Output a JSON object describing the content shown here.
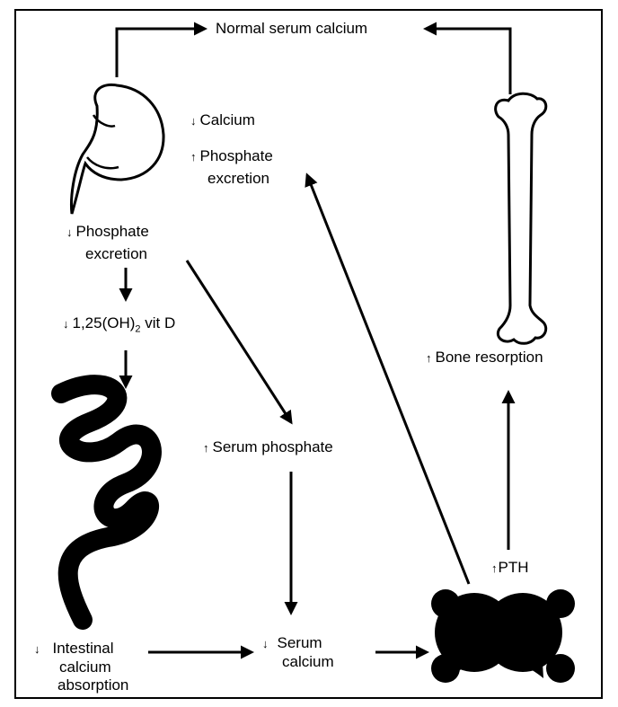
{
  "labels": {
    "normal_serum_calcium": "Normal serum calcium",
    "calcium": "Calcium",
    "phosphate_excretion_increase_1": "Phosphate",
    "phosphate_excretion_increase_2": "excretion",
    "phosphate_excretion_decrease_1": "Phosphate",
    "phosphate_excretion_decrease_2": "excretion",
    "vit_d_prefix": "1,25(OH)",
    "vit_d_sub": "2",
    "vit_d_suffix": " vit D",
    "bone_resorption": "Bone resorption",
    "serum_phosphate": "Serum phosphate",
    "pth": "PTH",
    "intestinal_1": "Intestinal",
    "intestinal_2": "calcium",
    "intestinal_3": "absorption",
    "serum_calcium_1": "Serum",
    "serum_calcium_2": "calcium"
  },
  "indicators": {
    "up": "↑",
    "down": "↓"
  }
}
